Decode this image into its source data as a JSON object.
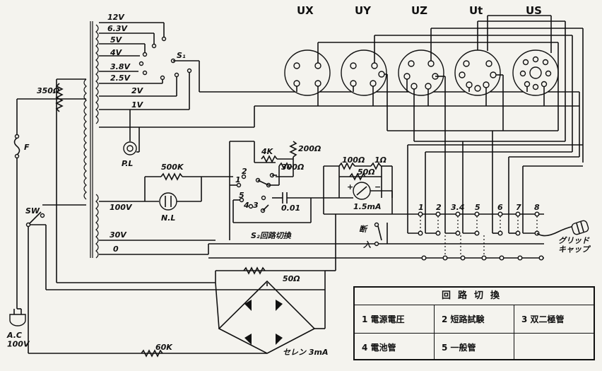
{
  "tubes": [
    {
      "label": "UX"
    },
    {
      "label": "UY"
    },
    {
      "label": "UZ"
    },
    {
      "label": "Ut"
    },
    {
      "label": "US"
    }
  ],
  "transformer": {
    "taps": [
      "12V",
      "6.3V",
      "5V",
      "4V",
      "3.8V",
      "2.5V",
      "2V",
      "1V"
    ],
    "primary_taps": [
      "100V",
      "30V",
      "0"
    ],
    "primary_resistor": "350Ω"
  },
  "labels": {
    "s1": "S₁",
    "pilot_lamp": "P.L",
    "neon_lamp": "N.L",
    "fuse": "F",
    "switch": "SW",
    "plug": "A.C\n100V",
    "r_500k": "500K",
    "r_4k": "4K",
    "r_200": "200Ω",
    "r_300": "300Ω",
    "r_100": "100Ω",
    "r_1": "1Ω",
    "r_50_meter": "50Ω",
    "meter": "1.5mA",
    "capacitor": "0.01",
    "s2_label": "S₂回路切換",
    "break_label_1": "断",
    "break_label_2": "入",
    "r_50_bottom": "50Ω",
    "r_60k": "60K",
    "selenium": "セレン 3mA",
    "grid_cap": "グリッド\nキャップ",
    "s2_positions": [
      "1",
      "2",
      "3",
      "4",
      "5"
    ],
    "pin_numbers": [
      "1",
      "2",
      "3.4",
      "5",
      "6",
      "7",
      "8"
    ]
  },
  "mode_table": {
    "title": "回路切換",
    "rows": [
      [
        "1 電源電圧",
        "2 短路試験",
        "3 双二極管"
      ],
      [
        "4 電池管",
        "5 一般管",
        ""
      ]
    ]
  }
}
